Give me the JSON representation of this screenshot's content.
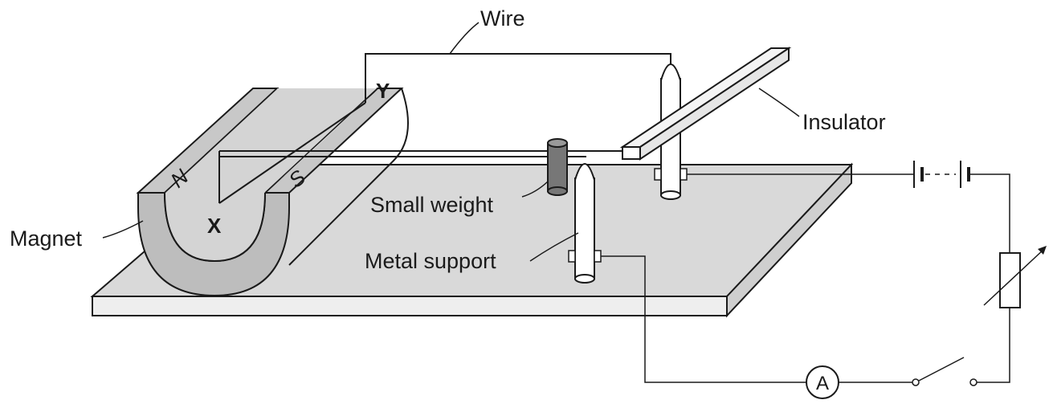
{
  "labels": {
    "wire": "Wire",
    "insulator": "Insulator",
    "small_weight": "Small weight",
    "metal_support": "Metal support",
    "magnet": "Magnet",
    "point_y": "Y",
    "point_x": "X",
    "pole_n": "N",
    "pole_s": "S",
    "ammeter": "A"
  },
  "colors": {
    "board": "#d9d9d9",
    "magnet": "#bdbdbd",
    "weight": "#777777",
    "line": "#1a1a1a"
  }
}
